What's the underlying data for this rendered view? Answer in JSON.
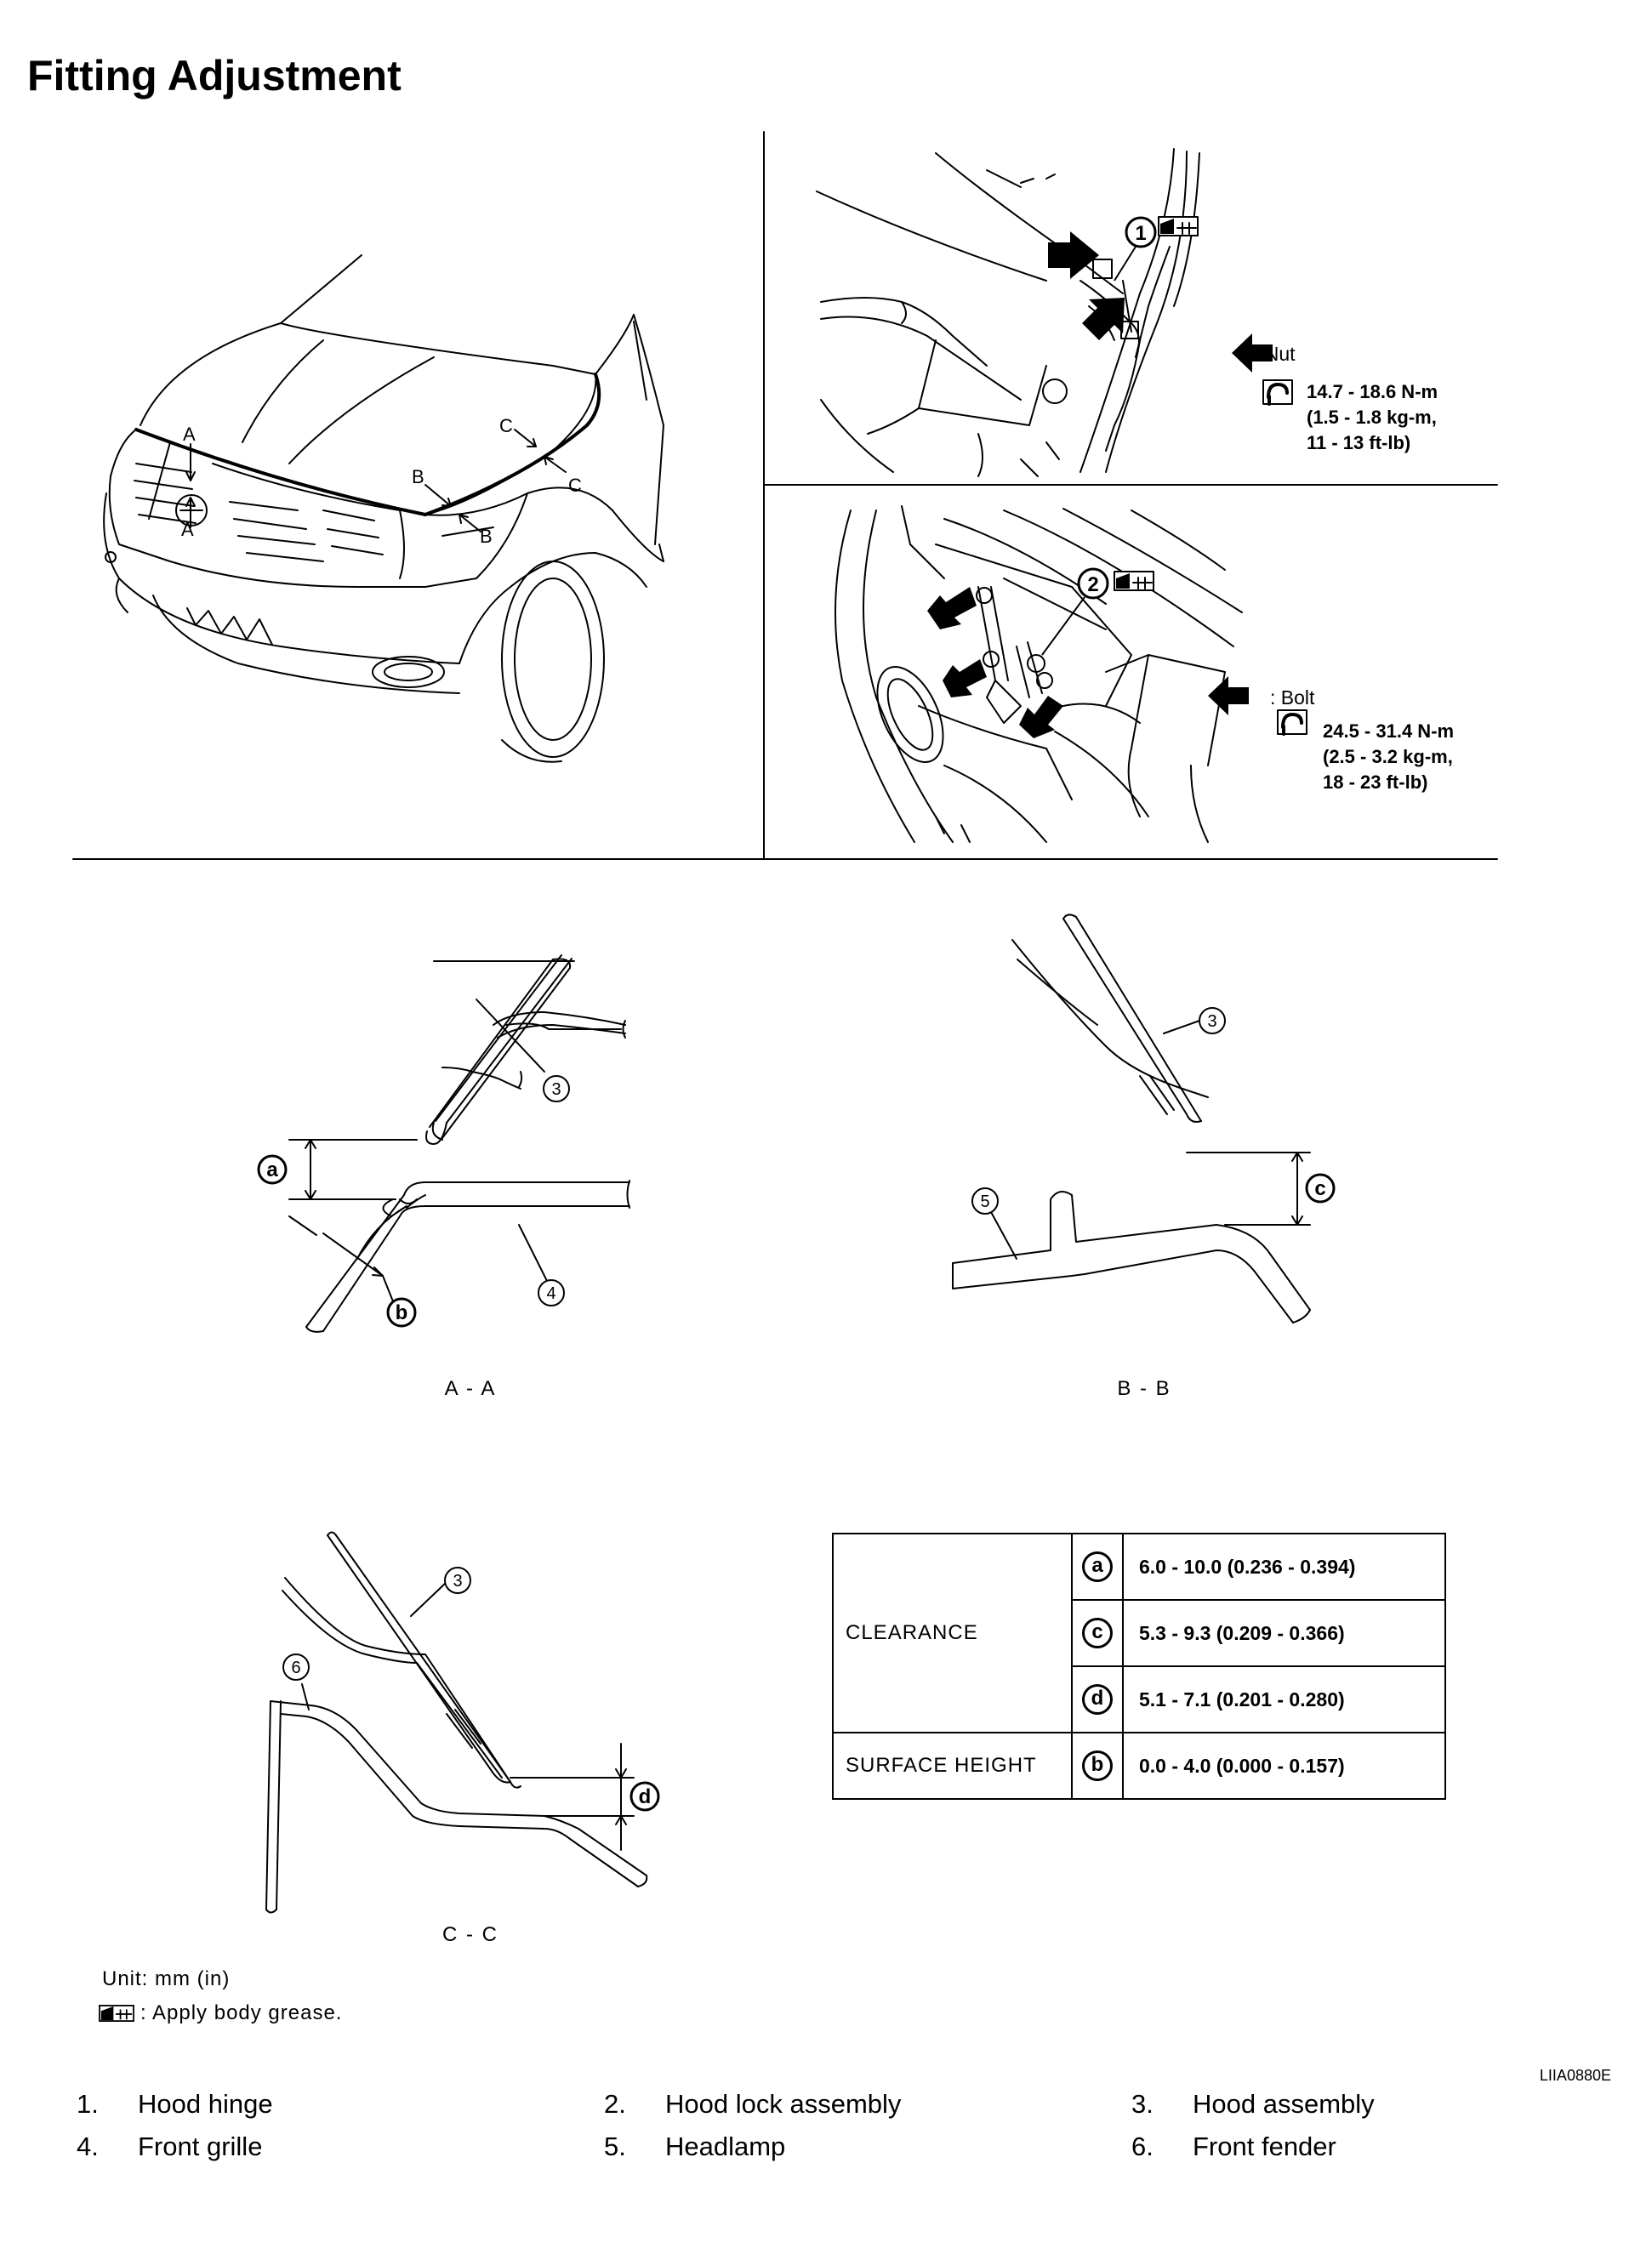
{
  "page": {
    "title": "Fitting Adjustment",
    "figure_code": "LIIA0880E"
  },
  "vehicle_view": {
    "section_marks": [
      "A",
      "A",
      "B",
      "B",
      "C",
      "C"
    ]
  },
  "hinge_detail": {
    "callout": "1",
    "fastener_label": ": Nut",
    "torque": [
      "14.7 - 18.6 N-m",
      "(1.5 - 1.8 kg-m,",
      "11 - 13 ft-lb)"
    ]
  },
  "lock_detail": {
    "callout": "2",
    "fastener_label": ": Bolt",
    "torque": [
      "24.5 - 31.4 N-m",
      "(2.5 - 3.2 kg-m,",
      "18 - 23 ft-lb)"
    ]
  },
  "sections": [
    {
      "caption": "A - A",
      "callouts": [
        "3",
        "4"
      ],
      "dims": [
        "a",
        "b"
      ]
    },
    {
      "caption": "B - B",
      "callouts": [
        "3",
        "5"
      ],
      "dims": [
        "c"
      ]
    },
    {
      "caption": "C - C",
      "callouts": [
        "3",
        "6"
      ],
      "dims": [
        "d"
      ]
    }
  ],
  "spec_table": {
    "clearance_label": "CLEARANCE",
    "surface_label": "SURFACE HEIGHT",
    "rows": [
      {
        "symbol": "a",
        "value": "6.0 - 10.0 (0.236 - 0.394)"
      },
      {
        "symbol": "c",
        "value": "5.3 - 9.3 (0.209 - 0.366)"
      },
      {
        "symbol": "d",
        "value": "5.1 - 7.1 (0.201 - 0.280)"
      },
      {
        "symbol": "b",
        "value": "0.0 - 4.0 (0.000 - 0.157)"
      }
    ]
  },
  "notes": {
    "unit": "Unit: mm (in)",
    "grease": ": Apply body grease."
  },
  "legend": [
    {
      "num": "1.",
      "label": "Hood hinge"
    },
    {
      "num": "2.",
      "label": "Hood lock assembly"
    },
    {
      "num": "3.",
      "label": "Hood assembly"
    },
    {
      "num": "4.",
      "label": "Front grille"
    },
    {
      "num": "5.",
      "label": "Headlamp"
    },
    {
      "num": "6.",
      "label": "Front fender"
    }
  ]
}
